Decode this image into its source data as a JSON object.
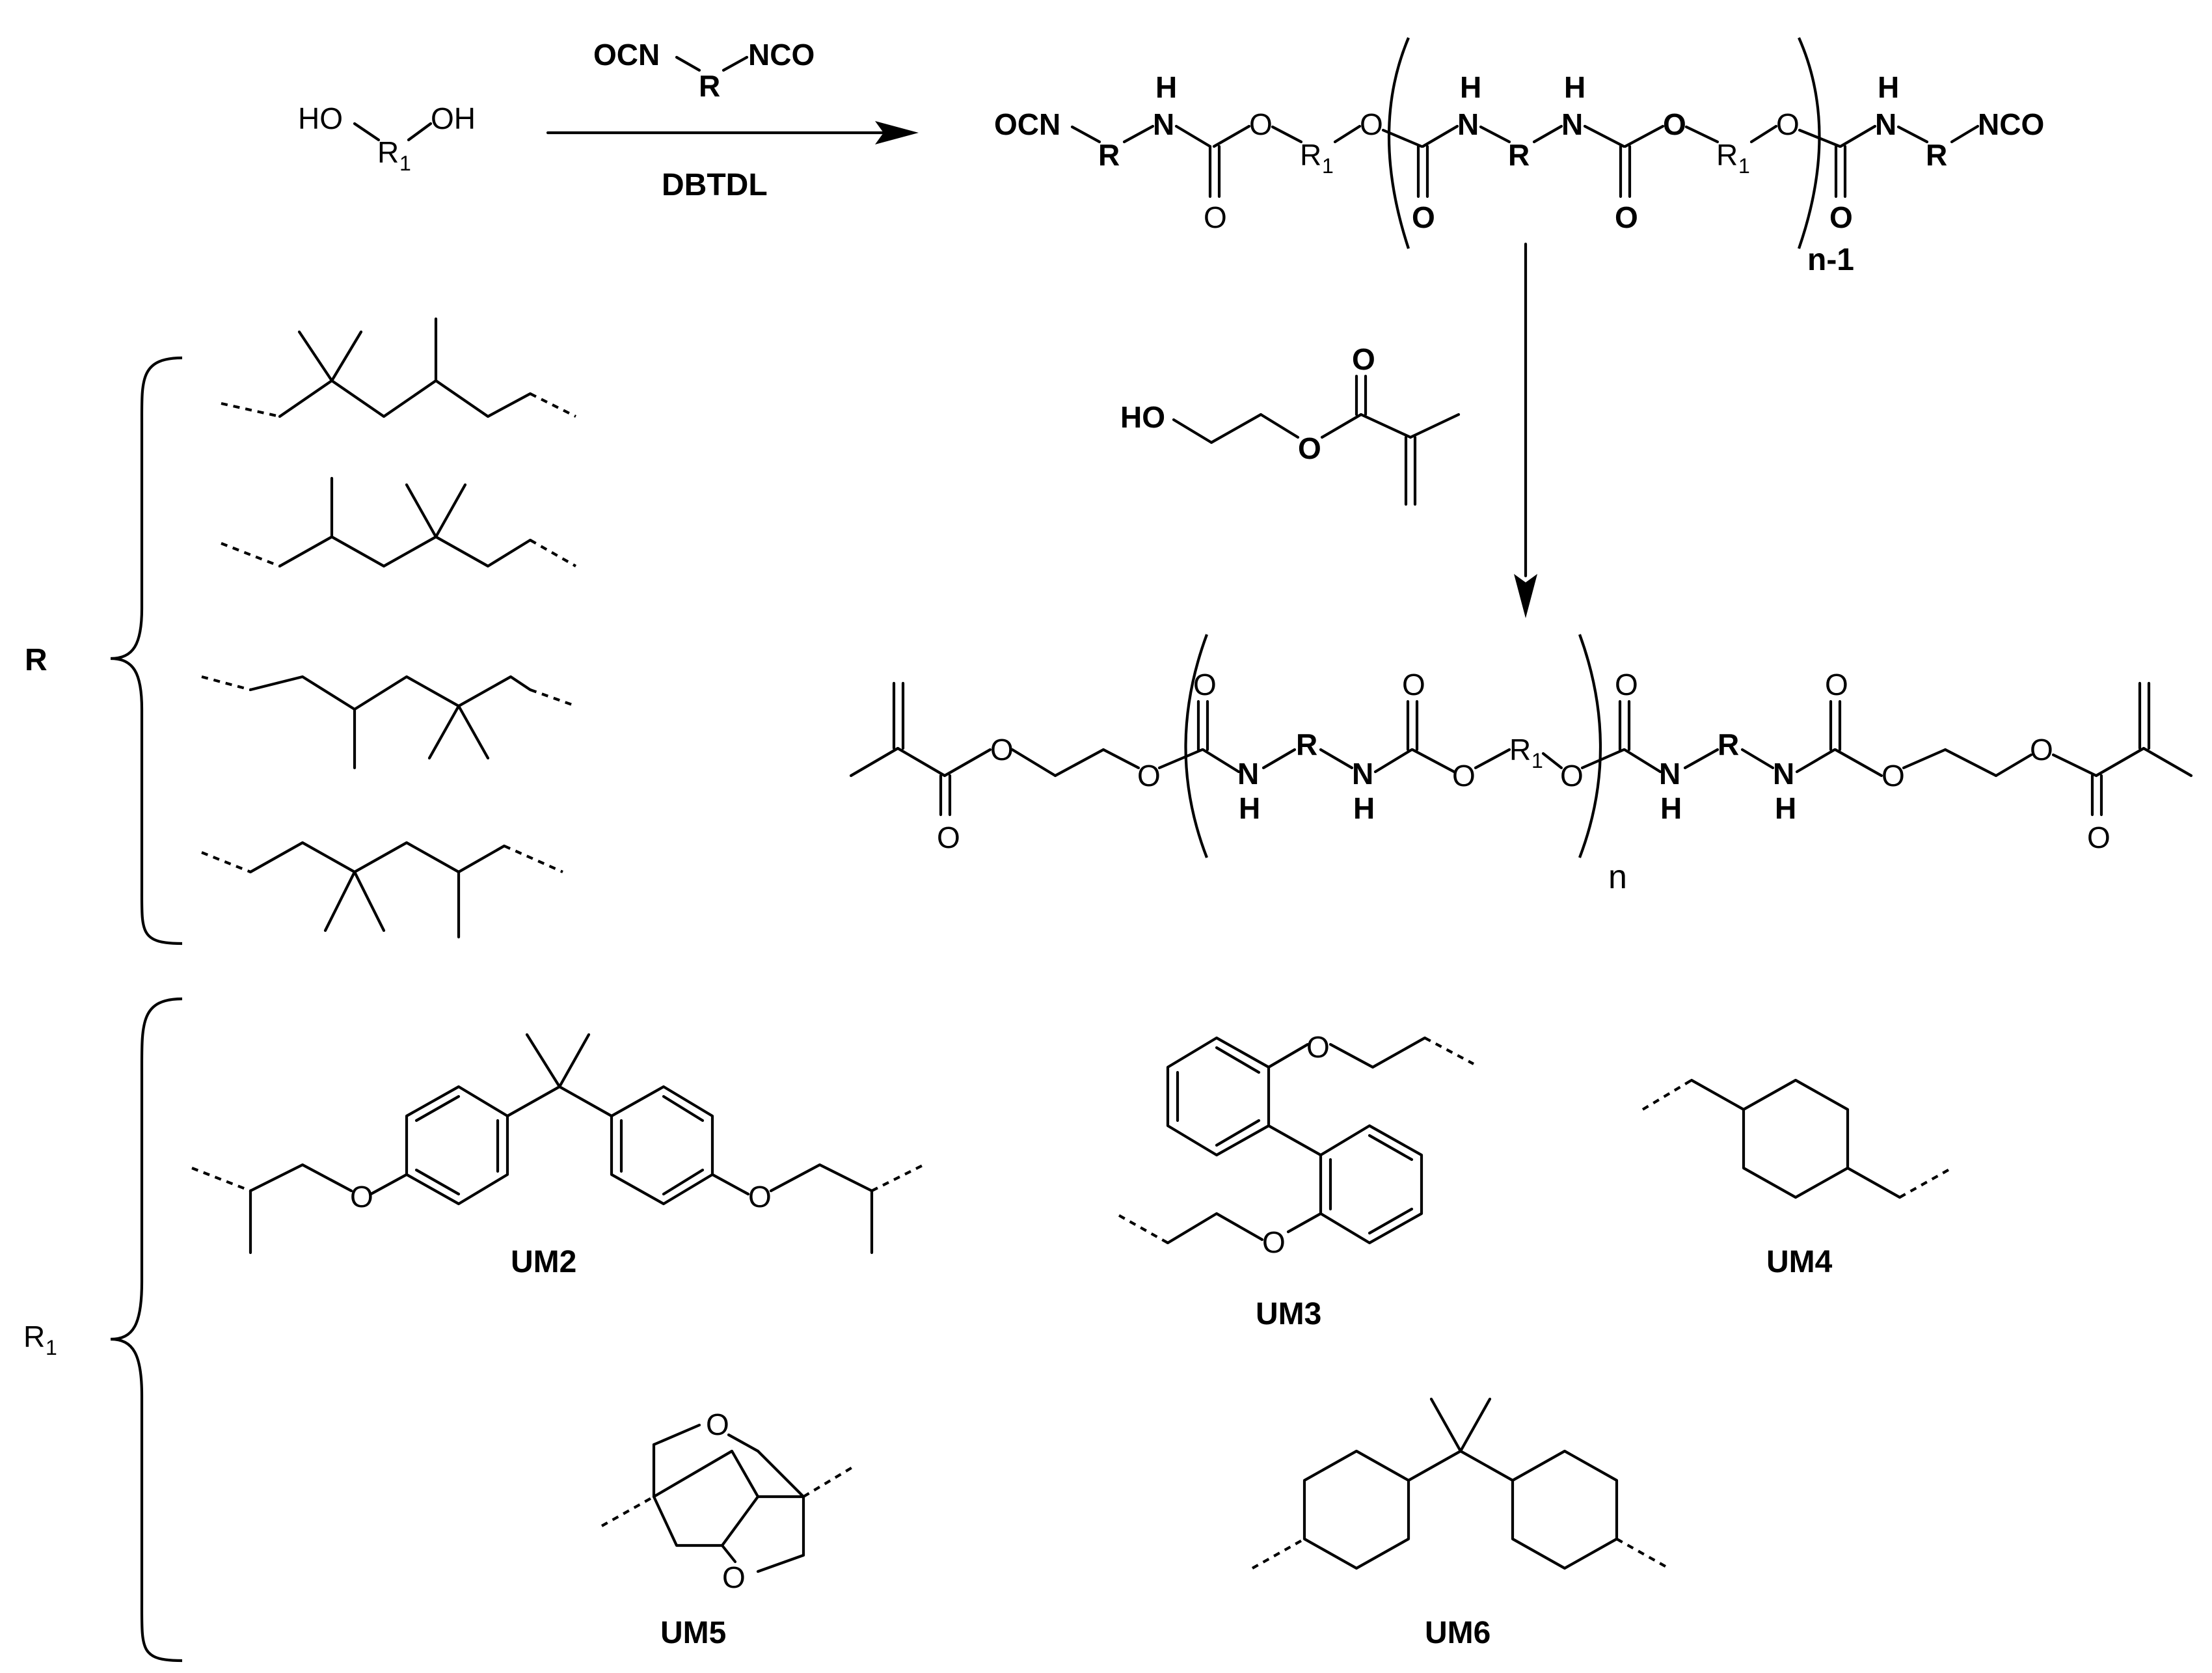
{
  "reaction": {
    "diol": {
      "ho_left": "HO",
      "oh_right": "OH",
      "r1": "R",
      "r1_sub": "1"
    },
    "diisocyanate": {
      "ocn": "OCN",
      "r": "R",
      "nco": "NCO"
    },
    "catalyst": "DBTDL",
    "prepolymer": {
      "end_left": "OCN",
      "end_right": "NCO",
      "r": "R",
      "nh": "N",
      "h": "H",
      "o": "O",
      "r1": "R",
      "r1_sub": "1",
      "repeat": "n-1"
    },
    "hema": {
      "ho": "HO",
      "o": "O"
    },
    "product": {
      "r": "R",
      "nh": "N",
      "h": "H",
      "o": "O",
      "r1": "R",
      "r1_sub": "1",
      "repeat": "n"
    }
  },
  "r_group": {
    "label": "R"
  },
  "r1_group": {
    "label": "R",
    "label_sub": "1",
    "o": "O"
  },
  "monomers": [
    "UM2",
    "UM3",
    "UM4",
    "UM5",
    "UM6"
  ]
}
